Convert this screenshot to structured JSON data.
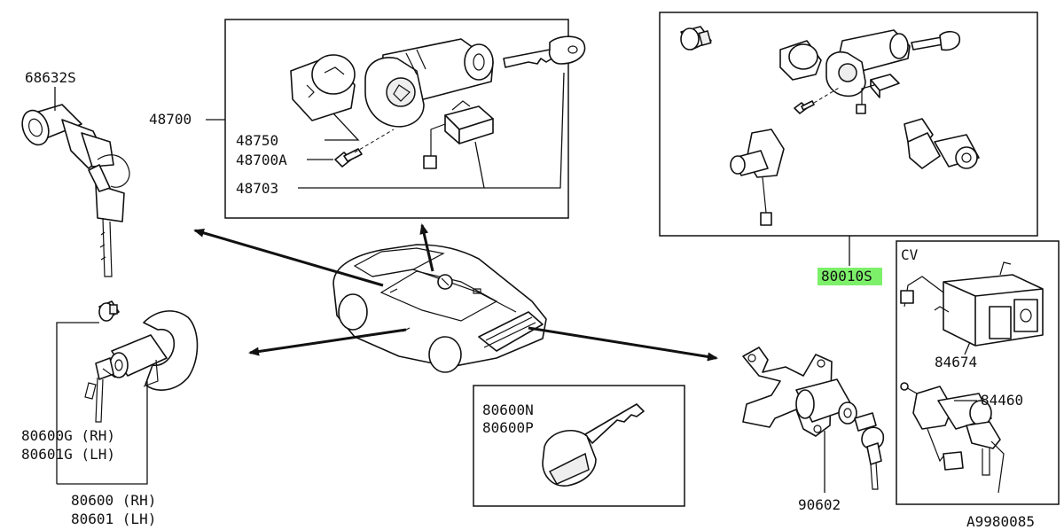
{
  "colors": {
    "ink": "#111111",
    "highlight": "#7df06a"
  },
  "labels": {
    "key_assembly": "68632S",
    "ignition_set": "48700",
    "ignition_barrel": "48750",
    "bolt": "48700A",
    "switch_body": "48703",
    "lock_set": "80010S",
    "cv_caption": "CV",
    "glove_lock": "84674",
    "trunk_cylinder": "84460",
    "door_rh": "80600G (RH)",
    "door_lh": "80601G (LH)",
    "door_assy_rh": "80600 (RH)",
    "door_assy_lh": "80601 (LH)",
    "key_blank_n": "80600N",
    "key_blank_p": "80600P",
    "rear_lock": "90602",
    "figure_code": "A9980085"
  },
  "icons": {
    "car": "car-outline-icon",
    "key": "key-icon",
    "cylinder": "lock-cylinder-icon",
    "switch": "switch-icon",
    "bolt": "bolt-icon",
    "arrow": "arrow-icon"
  }
}
